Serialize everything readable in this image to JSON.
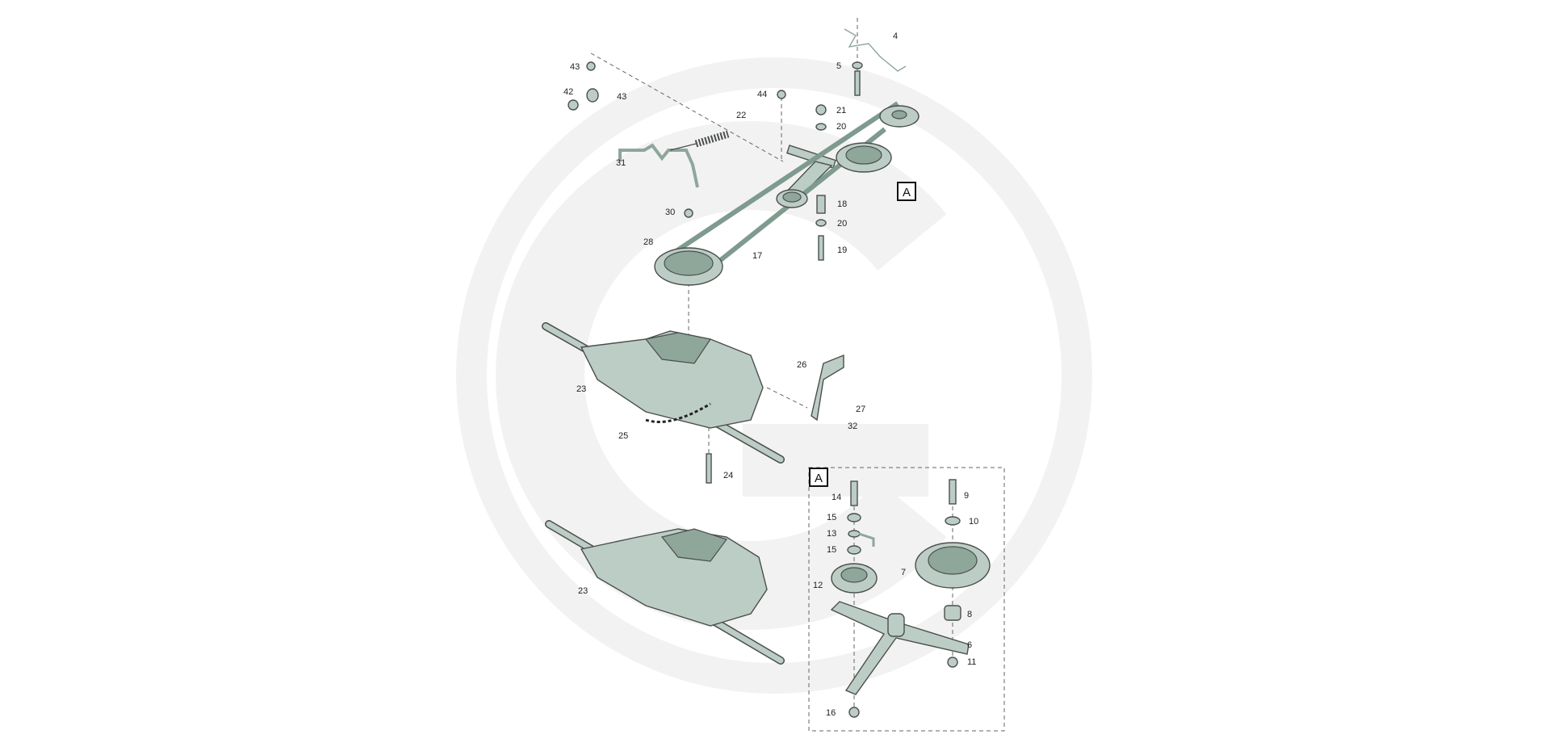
{
  "diagram": {
    "title": "Transaxle drive belt and pulley assembly",
    "detail_marker": "A",
    "callouts": [
      "4",
      "5",
      "43",
      "43",
      "42",
      "44",
      "21",
      "20",
      "22",
      "31",
      "18",
      "20",
      "19",
      "30",
      "28",
      "17",
      "26",
      "23",
      "27",
      "32",
      "25",
      "24",
      "14",
      "9",
      "15",
      "10",
      "13",
      "15",
      "7",
      "12",
      "8",
      "6",
      "11",
      "16",
      "23"
    ],
    "colors": {
      "part_fill": "#bccdc5",
      "outline": "#4a4f4d",
      "watermark": "#f2f2f2"
    }
  }
}
